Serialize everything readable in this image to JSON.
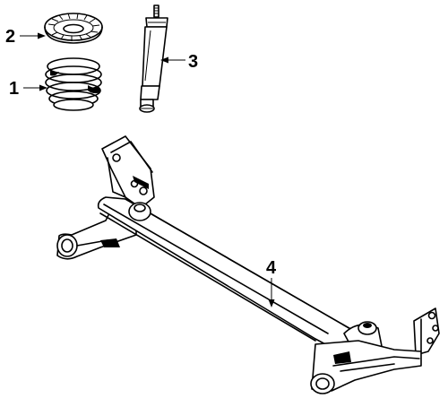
{
  "callouts": [
    {
      "label": "2",
      "part": "spring-insulator"
    },
    {
      "label": "1",
      "part": "coil-spring"
    },
    {
      "label": "3",
      "part": "shock-absorber"
    },
    {
      "label": "4",
      "part": "rear-axle-beam"
    }
  ]
}
